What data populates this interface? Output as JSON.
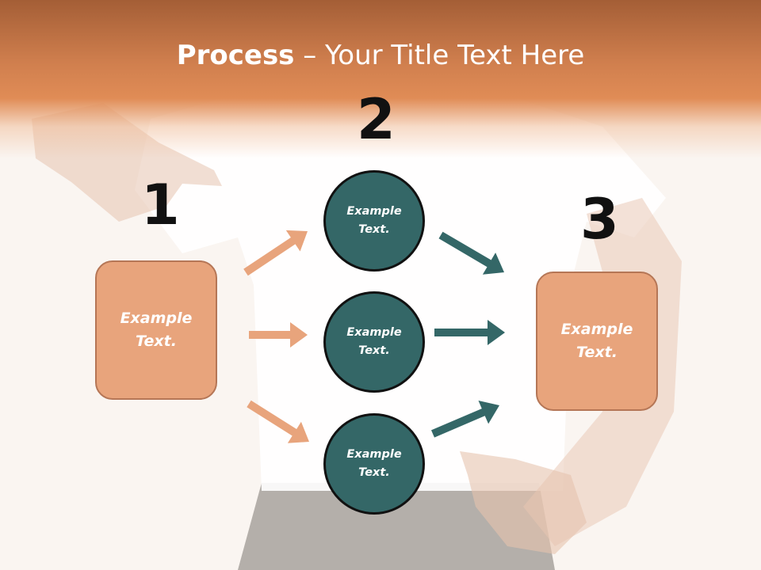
{
  "title": {
    "bold": "Process",
    "rest": " – Your Title Text Here"
  },
  "steps": [
    {
      "number": "1"
    },
    {
      "number": "2"
    },
    {
      "number": "3"
    }
  ],
  "left_box": {
    "text": "Example Text."
  },
  "circles": [
    {
      "text": "Example Text."
    },
    {
      "text": "Example Text."
    },
    {
      "text": "Example Text."
    }
  ],
  "right_box": {
    "text": "Example Text."
  },
  "colors": {
    "header": "#dd8a55",
    "box_fill": "#e8a47c",
    "box_border": "#b57656",
    "circle_fill": "#346767",
    "arrow_left": "#e8a47c",
    "arrow_right": "#346767"
  }
}
